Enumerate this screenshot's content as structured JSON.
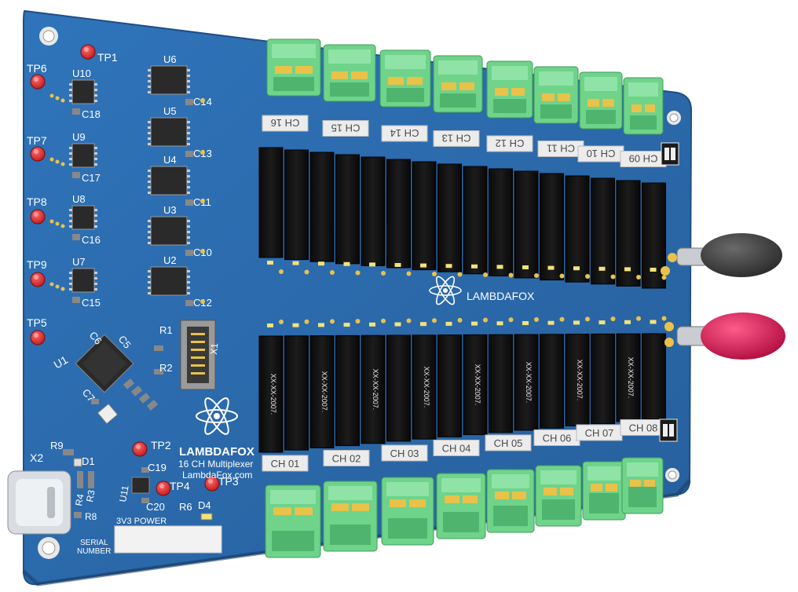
{
  "board": {
    "brand": "LAMBDAFOX",
    "product": "16 CH Multiplexer",
    "website": "LambdaFox.com",
    "power_label": "3V3 POWER",
    "serial_label": "SERIAL",
    "serial_label2": "NUMBER",
    "colors": {
      "pcb": "#2a6cb0",
      "connector": "#6fd38a",
      "relay": "#111111",
      "probe_red": "#d4124e",
      "probe_black": "#3a3a3a",
      "pad": "#e8c24a"
    }
  },
  "channels_top": [
    "CH 16",
    "CH 15",
    "CH 14",
    "CH 13",
    "CH 12",
    "CH 11",
    "CH 10",
    "CH 09"
  ],
  "channels_bottom": [
    "CH 01",
    "CH 02",
    "CH 03",
    "CH 04",
    "CH 05",
    "CH 06",
    "CH 07",
    "CH 08"
  ],
  "test_points": [
    "TP1",
    "TP6",
    "TP7",
    "TP8",
    "TP9",
    "TP5",
    "TP2",
    "TP4",
    "TP3"
  ],
  "chips": [
    "U10",
    "U9",
    "U8",
    "U7",
    "U6",
    "U5",
    "U4",
    "U3",
    "U2",
    "U1",
    "U11"
  ],
  "caps": [
    "C18",
    "C17",
    "C16",
    "C15",
    "C14",
    "C13",
    "C11",
    "C10",
    "C12",
    "C5",
    "C6",
    "C7",
    "C19",
    "C20"
  ],
  "misc": [
    "R1",
    "R2",
    "R9",
    "X2",
    "D1",
    "R4",
    "R3",
    "R8",
    "R6",
    "D4",
    "X1"
  ],
  "relay_marking": "XX-XX-2007."
}
